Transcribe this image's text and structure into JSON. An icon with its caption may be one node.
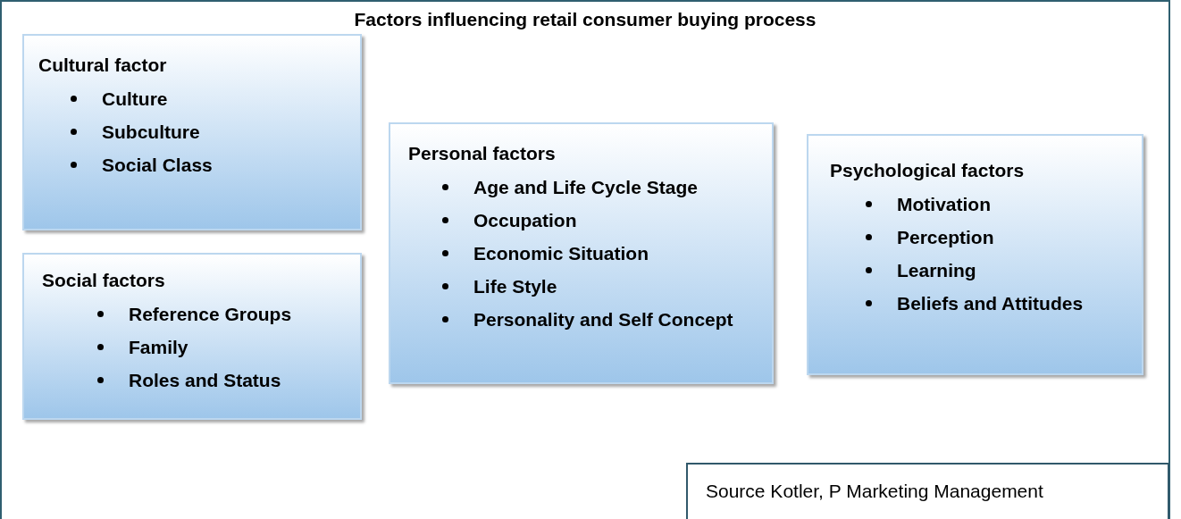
{
  "diagram": {
    "title": "Factors influencing retail consumer buying process",
    "nodes": [
      {
        "text": [
          "Cultural factor",
          "Culture",
          "Subculture",
          "Social Class"
        ]
      },
      {
        "text": [
          "Social factors",
          "Reference Groups",
          "Family",
          "Roles and Status"
        ]
      },
      {
        "text": [
          "Personal factors",
          "Age and Life Cycle Stage",
          "Occupation",
          "Economic Situation",
          "Life Style",
          "Personality and Self Concept"
        ]
      },
      {
        "text": [
          "Psychological factors",
          "Motivation",
          "Perception",
          "Learning",
          "Beliefs and Attitudes"
        ]
      },
      {
        "text": [
          "Source Kotler, P Marketing Management"
        ]
      }
    ],
    "edges": []
  }
}
